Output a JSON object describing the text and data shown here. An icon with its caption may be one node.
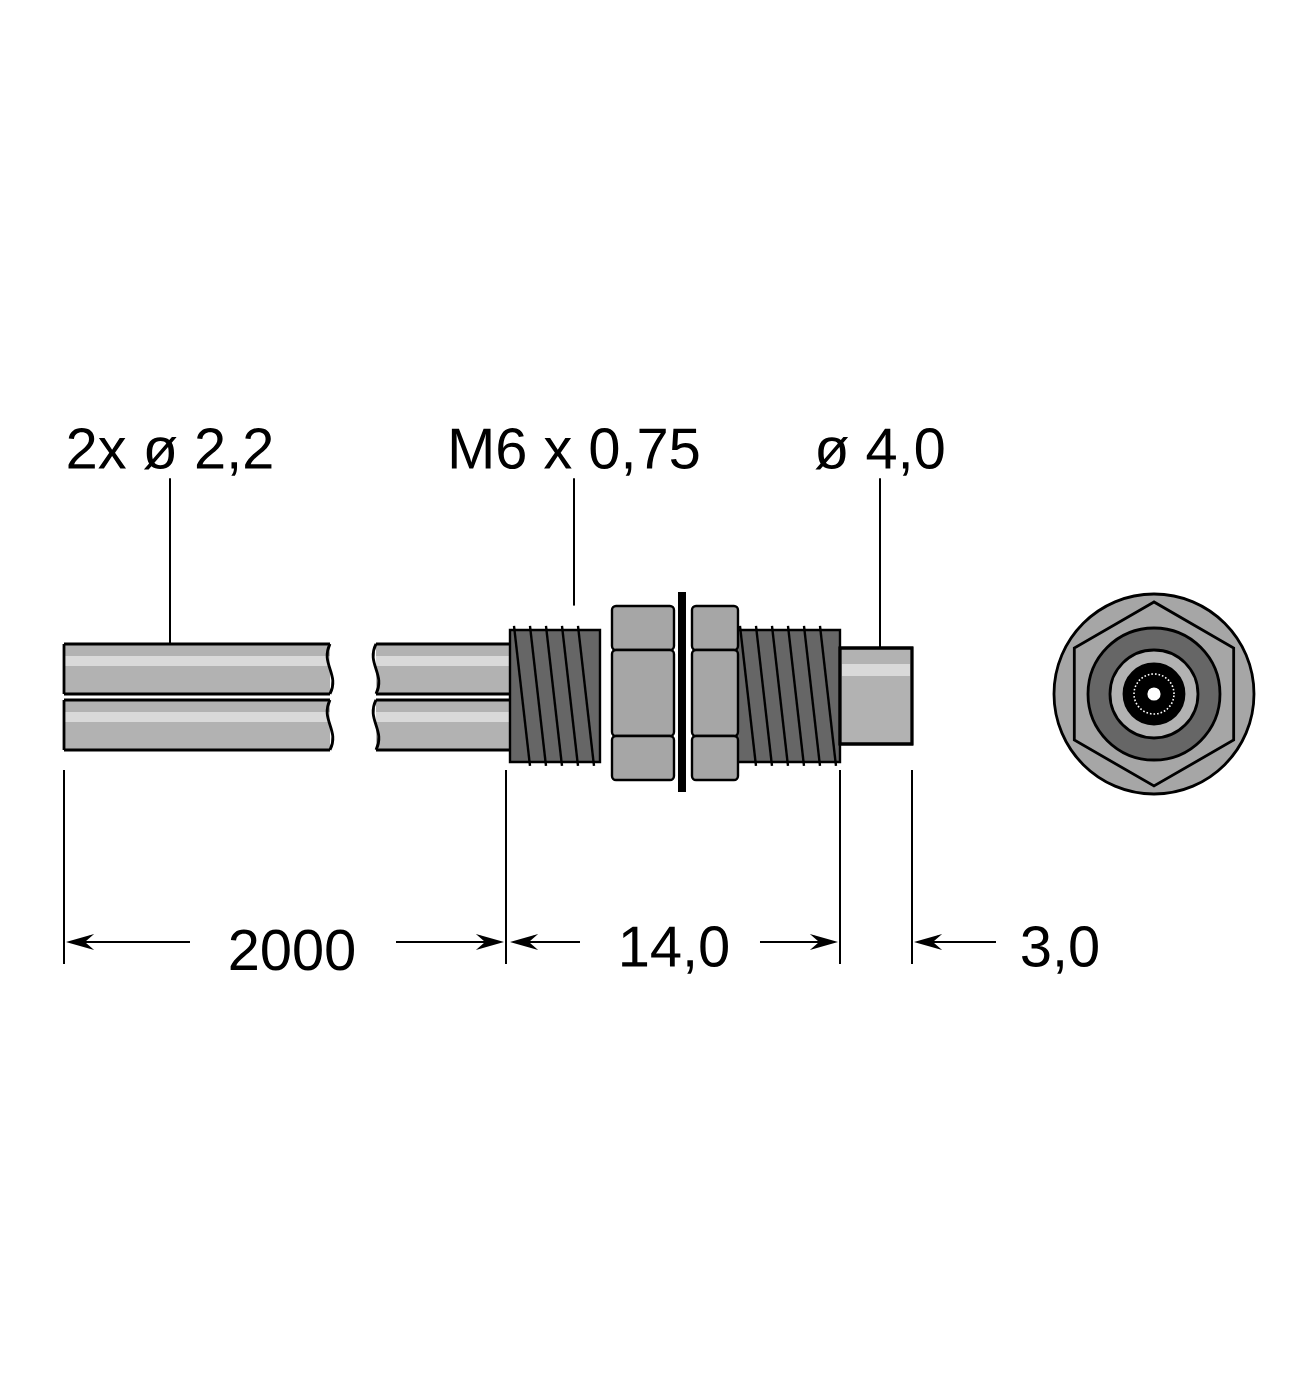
{
  "diagram": {
    "nodes": [
      {
        "text": [
          "2x ø 2,2"
        ]
      },
      {
        "text": [],
        "shape": "picture"
      },
      {
        "text": [
          "M6 x 0,75"
        ]
      },
      {
        "text": [],
        "shape": "picture"
      },
      {
        "text": [
          "ø 4,0"
        ]
      },
      {
        "text": [],
        "shape": "picture"
      }
    ],
    "edges": [
      {
        "from": 0,
        "to": 1,
        "arrow": "none"
      },
      {
        "from": 2,
        "to": 3,
        "arrow": "none"
      },
      {
        "from": 4,
        "to": 5,
        "arrow": "none"
      }
    ],
    "labels": [
      "2000",
      "14,0",
      "3,0"
    ]
  }
}
